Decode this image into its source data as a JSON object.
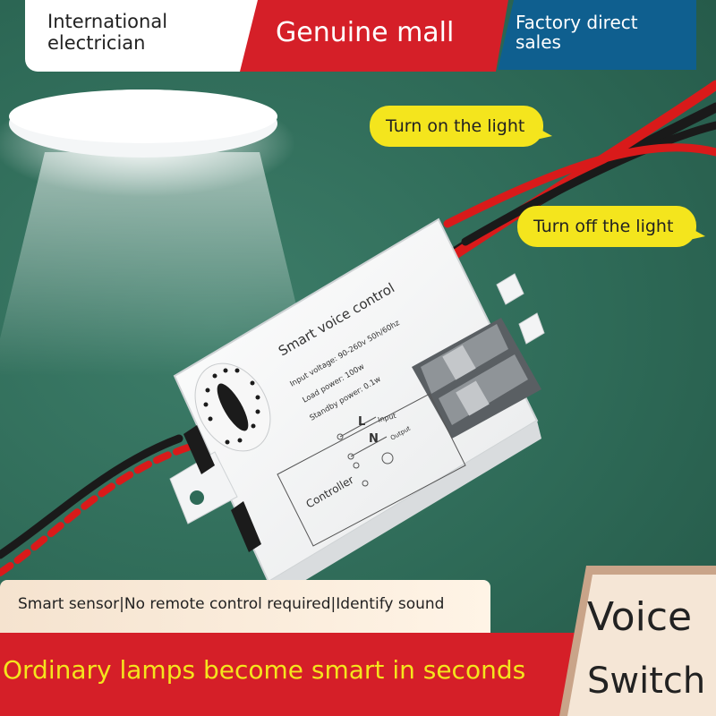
{
  "header": {
    "left": "International\nelectrician",
    "center": "Genuine mall",
    "right": "Factory direct\nsales"
  },
  "bubbles": {
    "on": "Turn on the light",
    "off": "Turn off the light"
  },
  "device": {
    "title": "Smart voice control",
    "spec_voltage": "Input voltage: 90-260v 50h/60hz",
    "spec_load": "Load power: 100w",
    "spec_standby": "Standby power: 0.1w",
    "label_l": "L",
    "label_n": "N",
    "label_input": "Input",
    "label_output": "Output",
    "label_controller": "Controller"
  },
  "footer": {
    "features": "Smart sensor|No remote control required|Identify sound",
    "slogan": "Ordinary lamps become smart in seconds",
    "badge_line1": "Voice",
    "badge_line2": "Switch"
  },
  "colors": {
    "brand_red": "#d51f28",
    "brand_blue": "#0f5f8f",
    "bubble_yellow": "#f4e51d",
    "background_green": "#2f6b58"
  }
}
